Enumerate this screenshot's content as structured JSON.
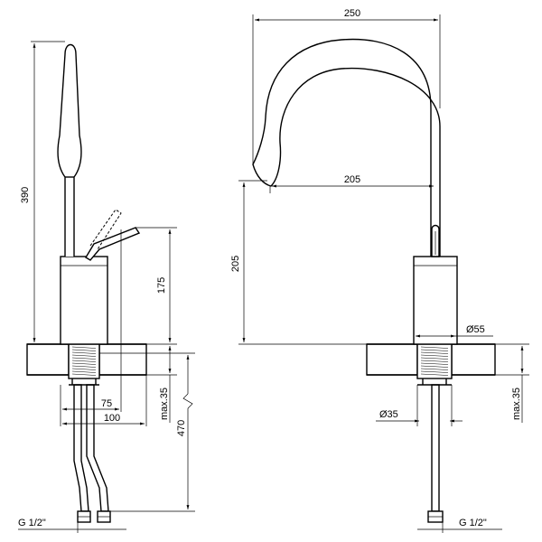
{
  "side_view": {
    "height_total": "390",
    "body_height": "175",
    "countertop_max": "max.35",
    "hose_length": "470",
    "handle_reach": "75",
    "body_depth": "100",
    "thread": "G 1/2\""
  },
  "front_view": {
    "overall_width": "250",
    "spout_reach": "205",
    "outlet_height": "205",
    "body_diameter": "Ø55",
    "shank_diameter": "Ø35",
    "countertop_max": "max.35",
    "thread": "G 1/2\""
  }
}
